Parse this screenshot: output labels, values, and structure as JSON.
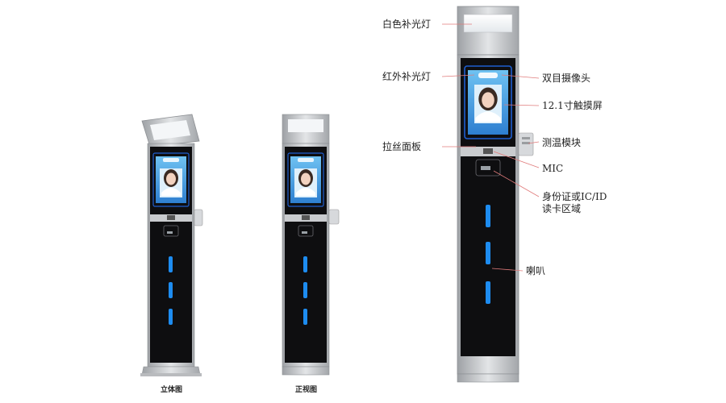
{
  "captions": {
    "view_3d": "立体图",
    "view_front": "正视图"
  },
  "labels": {
    "fill_light": "白色补光灯",
    "ir_light": "红外补光灯",
    "dual_camera": "双目摄像头",
    "touchscreen": "12.1寸触摸屏",
    "brushed_panel": "拉丝面板",
    "temp_module": "测温模块",
    "mic": "MIC",
    "id_card_line1": "身份证或IC/ID",
    "id_card_line2": "读卡区域",
    "speaker": "喇叭"
  },
  "colors": {
    "panel": "#0e0e10",
    "frame": "#c4c6c9",
    "screen_border": "#1f5fd0",
    "led": "#1d8cf0",
    "leader": "#e07b7b",
    "label_text": "#222222"
  }
}
